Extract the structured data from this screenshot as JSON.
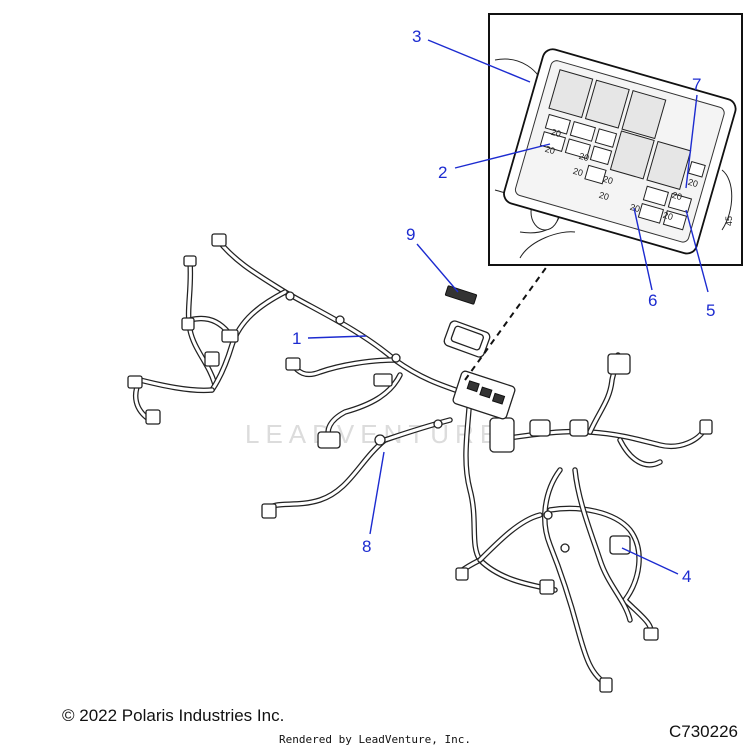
{
  "watermark_text": "LEADVENTURE",
  "callouts": [
    {
      "id": "1",
      "label": "1"
    },
    {
      "id": "2",
      "label": "2"
    },
    {
      "id": "3",
      "label": "3"
    },
    {
      "id": "4",
      "label": "4"
    },
    {
      "id": "5",
      "label": "5"
    },
    {
      "id": "6",
      "label": "6"
    },
    {
      "id": "7",
      "label": "7"
    },
    {
      "id": "8",
      "label": "8"
    },
    {
      "id": "9",
      "label": "9"
    }
  ],
  "fuse_marks": [
    "20",
    "20",
    "20",
    "20",
    "20",
    "20",
    "20",
    "20",
    "20",
    "20"
  ],
  "fusebox_side_mark": "45",
  "footer": {
    "copyright": "© 2022 Polaris Industries Inc.",
    "figure_id": "C730226",
    "rendered_by": "Rendered by LeadVenture, Inc."
  }
}
